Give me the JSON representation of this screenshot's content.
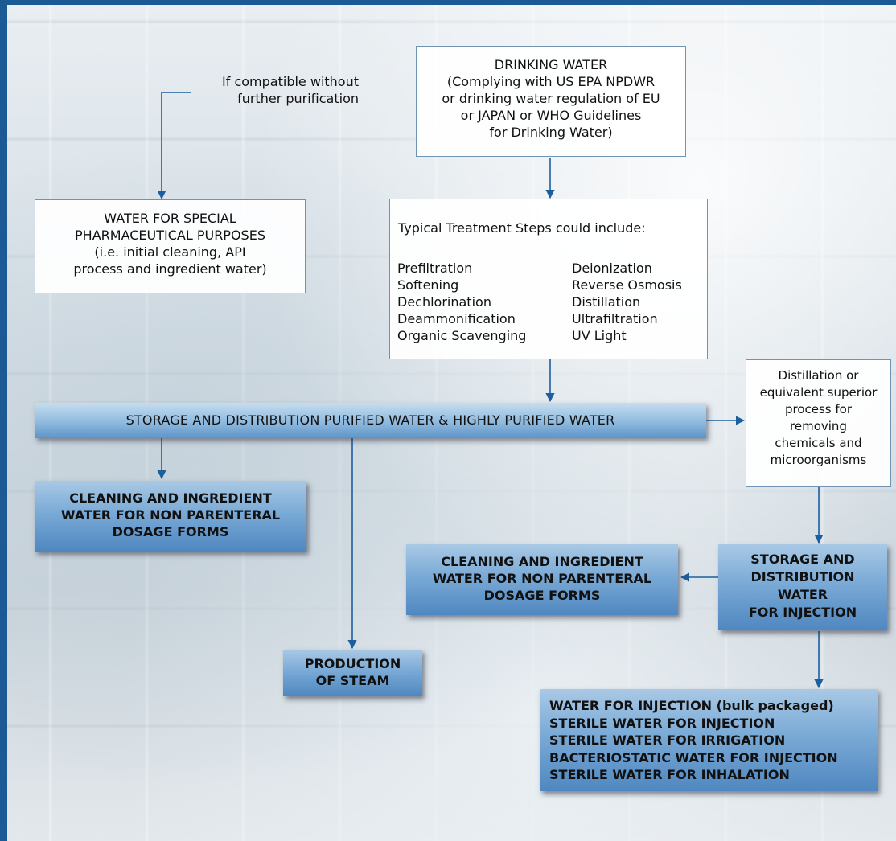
{
  "drinking_water": {
    "title": "DRINKING WATER",
    "lines": [
      "(Complying with US EPA NPDWR",
      "or drinking water regulation of EU",
      "or JAPAN or WHO Guidelines",
      "for Drinking Water)"
    ]
  },
  "compatible_note": {
    "lines": [
      "If compatible without",
      "further purification"
    ]
  },
  "special_purposes": {
    "lines": [
      "WATER FOR SPECIAL",
      "PHARMACEUTICAL PURPOSES"
    ],
    "sub_lines": [
      "(i.e. initial cleaning, API",
      "process and ingredient water)"
    ]
  },
  "treatment_steps": {
    "title": "Typical Treatment Steps could include:",
    "left_column": [
      "Prefiltration",
      "Softening",
      "Dechlorination",
      "Deammonification",
      "Organic Scavenging"
    ],
    "right_column": [
      "Deionization",
      "Reverse Osmosis",
      "Distillation",
      "Ultrafiltration",
      "UV Light"
    ]
  },
  "storage_purified": {
    "label": "STORAGE AND DISTRIBUTION PURIFIED WATER & HIGHLY PURIFIED WATER"
  },
  "distillation_note": {
    "lines": [
      "Distillation or",
      "equivalent superior",
      "process for",
      "removing",
      "chemicals and",
      "microorganisms"
    ]
  },
  "cleaning_left": {
    "lines": [
      "CLEANING AND INGREDIENT",
      "WATER FOR NON PARENTERAL",
      "DOSAGE FORMS"
    ]
  },
  "cleaning_right": {
    "lines": [
      "CLEANING AND INGREDIENT",
      "WATER FOR NON PARENTERAL",
      "DOSAGE FORMS"
    ]
  },
  "storage_injection": {
    "lines": [
      "STORAGE AND",
      "DISTRIBUTION",
      "WATER",
      "FOR INJECTION"
    ]
  },
  "steam": {
    "lines": [
      "PRODUCTION",
      "OF STEAM"
    ]
  },
  "injection_products": {
    "lines": [
      "WATER FOR INJECTION (bulk packaged)",
      "STERILE WATER FOR INJECTION",
      "STERILE WATER FOR IRRIGATION",
      "BACTERIOSTATIC WATER FOR INJECTION",
      "STERILE WATER FOR INHALATION"
    ]
  },
  "colors": {
    "frame": "#1c5a96",
    "arrow": "#1d5f9e",
    "box_border": "#6f93b3",
    "blue_box": "#6d9fd0"
  }
}
